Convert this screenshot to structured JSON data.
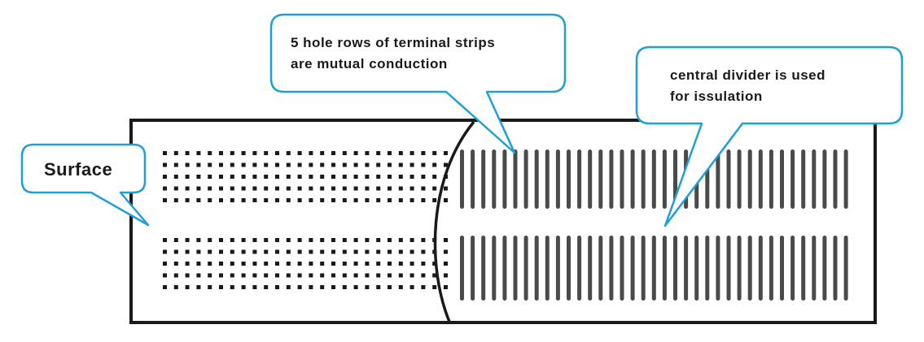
{
  "callouts": {
    "surface": {
      "lines": [
        "Surface"
      ]
    },
    "terminal": {
      "lines": [
        "5 hole rows of terminal strips",
        "are mutual conduction"
      ]
    },
    "divider": {
      "lines": [
        "central divider is used",
        "for issulation"
      ]
    }
  },
  "colors": {
    "outline": "#1a1a1a",
    "bubble_stroke": "#1e9fd6",
    "bubble_fill": "#ffffff",
    "hole": "#1a1a1a",
    "strip": "#4a4a4a"
  },
  "board": {
    "hole_rows_per_bank": 5,
    "hole_columns": 26,
    "strip_columns": 37,
    "banks": 2
  }
}
